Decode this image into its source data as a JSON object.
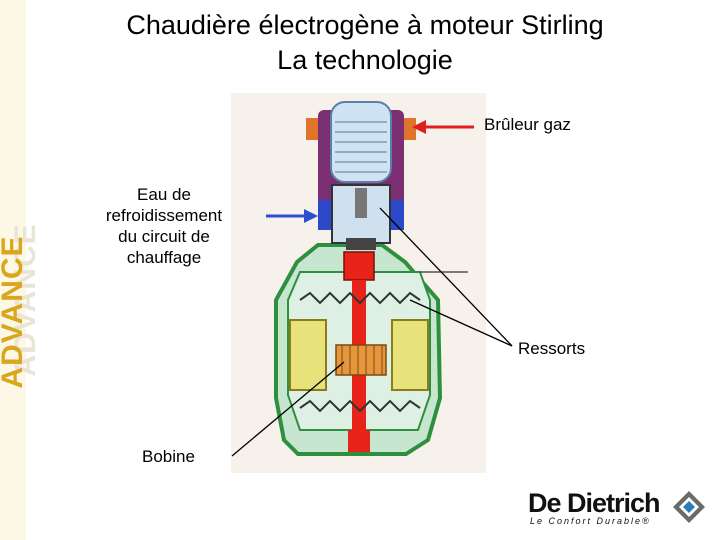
{
  "sidebar": {
    "brand": "ADVANCE"
  },
  "title": {
    "line1": "Chaudière électrogène à moteur Stirling",
    "line2": "La technologie"
  },
  "labels": {
    "burner": "Brûleur gaz",
    "cooling": [
      "Eau de",
      "refroidissement",
      "du circuit de",
      "chauffage"
    ],
    "springs": "Ressorts",
    "coil": "Bobine"
  },
  "logo": {
    "name": "De Dietrich",
    "tagline": "Le Confort Durable®"
  },
  "colors": {
    "arrow": "#e0201b",
    "cooling_arrow": "#2a4fd1",
    "piston": "#e8231a",
    "casing": "#2e8f3e",
    "coil": "#e8e27a",
    "burner": "#7a2f72"
  }
}
